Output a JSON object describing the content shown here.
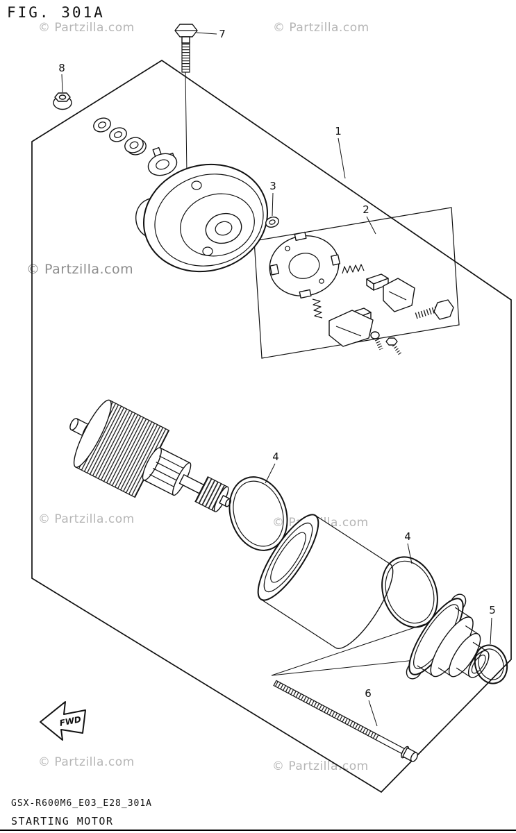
{
  "figure": {
    "fig_label": "FIG. 301A",
    "part_code": "GSX-R600M6_E03_E28_301A",
    "part_title": "STARTING MOTOR"
  },
  "watermark": {
    "text": "© Partzilla.com"
  },
  "fwd": {
    "label": "FWD"
  },
  "callouts": [
    {
      "number": "1"
    },
    {
      "number": "2"
    },
    {
      "number": "3"
    },
    {
      "number": "4"
    },
    {
      "number": "4"
    },
    {
      "number": "5"
    },
    {
      "number": "6"
    },
    {
      "number": "7"
    },
    {
      "number": "8"
    }
  ],
  "colors": {
    "ink": "#111111",
    "paper": "#ffffff",
    "watermark": "#b5b5b5",
    "watermark_dark": "#8c8c8c"
  }
}
